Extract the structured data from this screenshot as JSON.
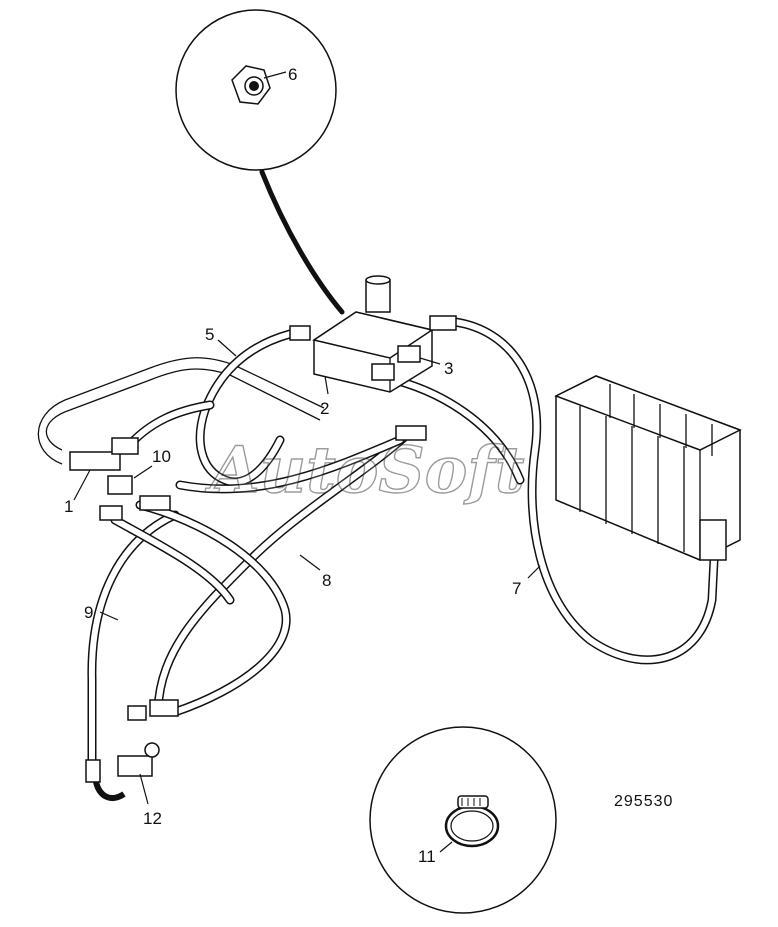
{
  "drawing_number": "295530",
  "watermark": "AutoSoft",
  "callouts": {
    "c1": "1",
    "c2": "2",
    "c3": "3",
    "c5": "5",
    "c6": "6",
    "c7": "7",
    "c8": "8",
    "c9": "9",
    "c10": "10",
    "c11": "11",
    "c12": "12"
  }
}
